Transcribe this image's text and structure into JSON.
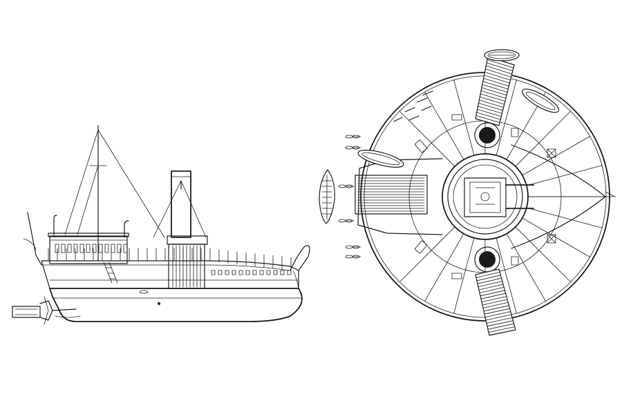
{
  "drawing": {
    "views": [
      {
        "id": "side-elevation",
        "kind": "side elevation"
      },
      {
        "id": "deck-plan",
        "kind": "plan view"
      }
    ],
    "colors": {
      "ink": "#1a1a1a",
      "paper": "#ffffff"
    },
    "deck_plan": {
      "radial_frames": 24,
      "lifeboats": 3,
      "propellers": 6
    },
    "side_elevation": {
      "funnels": 1,
      "masts": 1,
      "stanchions": 28
    }
  }
}
